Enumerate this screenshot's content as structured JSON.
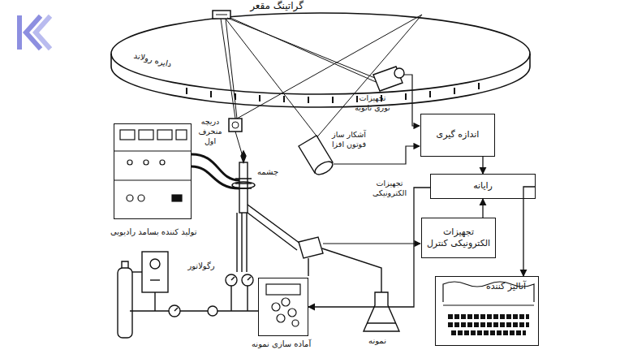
{
  "diagram": {
    "nodes": [
      {
        "text": [
          "اندازه گیری"
        ]
      },
      {
        "text": [
          "تولید کننده بسامد رادیویی"
        ]
      },
      {
        "text": [
          "رایانه"
        ]
      },
      {
        "text": [
          "تجهیزات الکترونیکی کنترل"
        ]
      },
      {
        "text": [
          "آماده سازی نمونه"
        ]
      },
      {
        "text": [
          "آنالیز کننده"
        ]
      }
    ],
    "edges": [
      {
        "from": 0,
        "to": 2,
        "arrow": "to"
      },
      {
        "from": 3,
        "to": 2,
        "arrow": "to"
      },
      {
        "from": 2,
        "to": 5,
        "arrow": "to"
      },
      {
        "from": 2,
        "to": 4,
        "arrow": "to",
        "label": "تجهیزات الکترونیکی"
      }
    ],
    "labels": [
      "گراتینگ مقعر",
      "دایره رولاند",
      "دریچه منحرف اول",
      "تجهیزات نوری ثانویه",
      "آشکار ساز فوتون افزا",
      "چشمه",
      "رگولاتور",
      "نمونه"
    ]
  }
}
